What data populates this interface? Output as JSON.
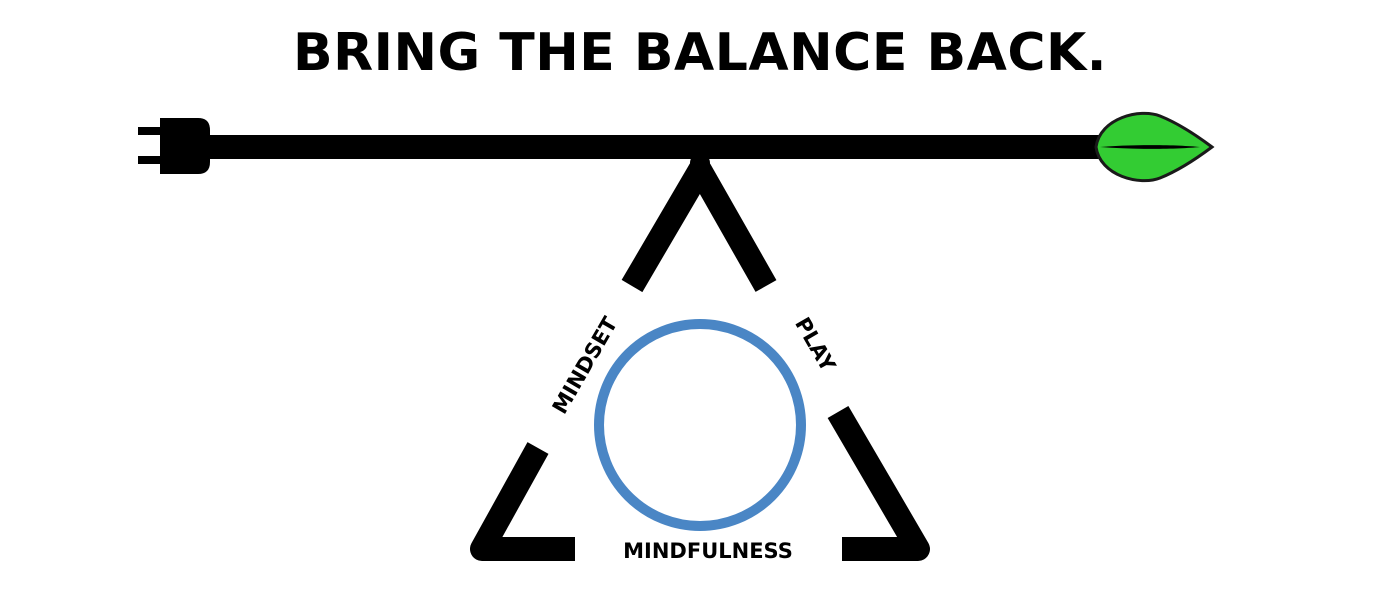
{
  "title": "BRING THE BALANCE BACK.",
  "labels": {
    "mindset": "MINDSET",
    "play": "PLAY",
    "mindfulness": "MINDFULNESS"
  },
  "icons": {
    "left_end": "plug-icon",
    "right_end": "leaf-icon"
  },
  "colors": {
    "text": "#000000",
    "beam": "#000000",
    "leaf": "#33cc33",
    "circle": "#4a86c5",
    "background": "#ffffff"
  }
}
